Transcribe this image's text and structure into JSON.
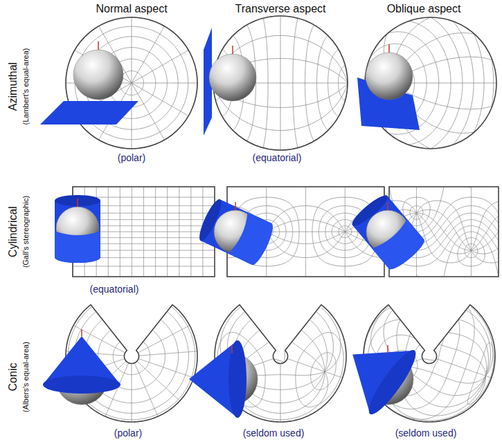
{
  "diagram": {
    "labels": [
      "Normal aspect",
      "Transverse aspect",
      "Oblique aspect",
      "Azimuthal",
      "(Lambert's equal-area)",
      "(polar)",
      "(equatorial)",
      "Cylindrical",
      "(Gall's stereographic)",
      "(equatorial)",
      "Conic",
      "(Albers's equal-area)",
      "(polar)",
      "(seldom used)",
      "(seldom used)"
    ]
  }
}
